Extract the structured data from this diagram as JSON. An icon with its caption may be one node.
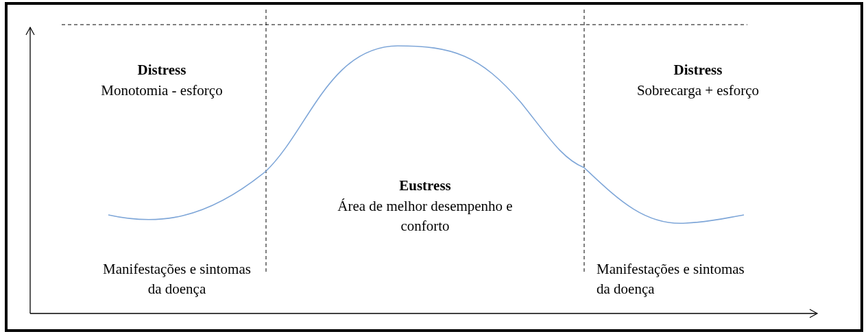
{
  "diagram": {
    "labels": [
      "Distress",
      "Monotomia - esforço",
      "Distress",
      "Sobrecarga + esforço",
      "Eustress",
      "Área de melhor desempenho e conforto",
      "Manifestações e sintomas da doença",
      "Manifestações e sintomas da doença"
    ]
  }
}
